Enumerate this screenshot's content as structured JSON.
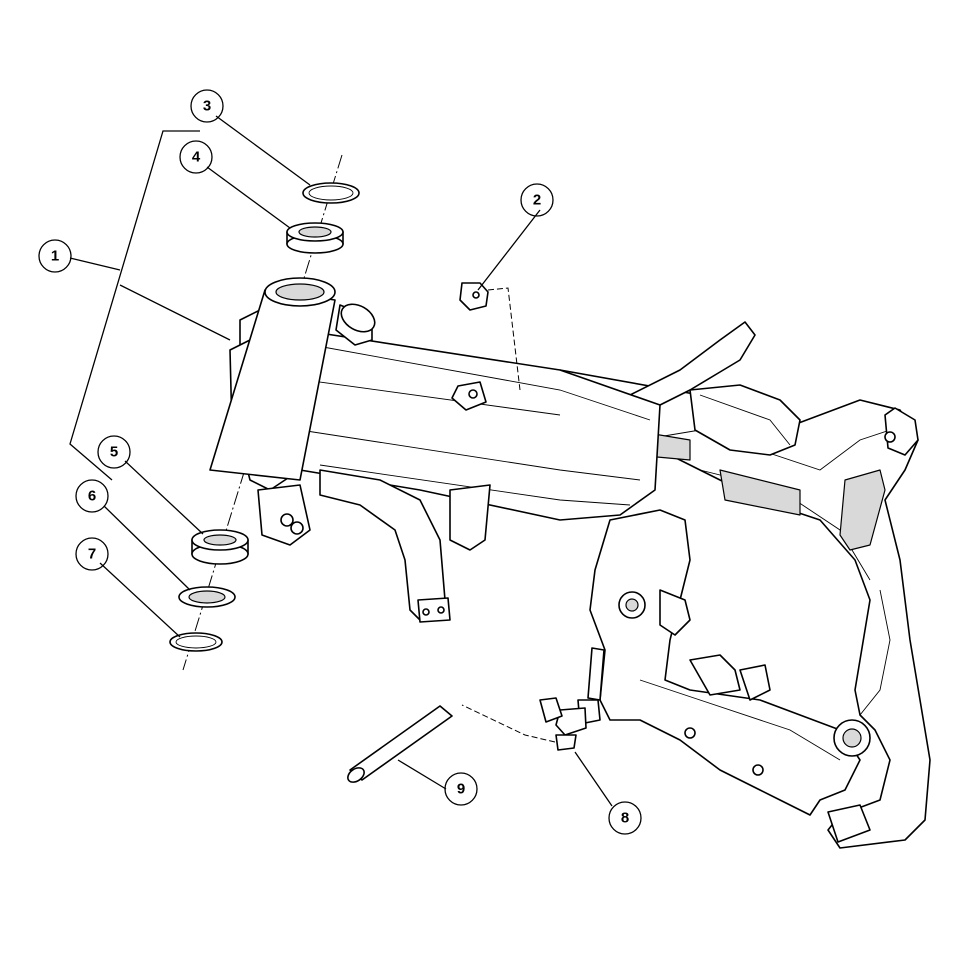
{
  "callouts": [
    {
      "id": "c1",
      "label": "1"
    },
    {
      "id": "c2",
      "label": "2"
    },
    {
      "id": "c3",
      "label": "3"
    },
    {
      "id": "c4",
      "label": "4"
    },
    {
      "id": "c5",
      "label": "5"
    },
    {
      "id": "c6",
      "label": "6"
    },
    {
      "id": "c7",
      "label": "7"
    },
    {
      "id": "c8",
      "label": "8"
    },
    {
      "id": "c9",
      "label": "9"
    }
  ],
  "parts": [
    {
      "callout": "1",
      "name": "frame"
    },
    {
      "callout": "2",
      "name": "clip-nut"
    },
    {
      "callout": "3",
      "name": "circlip-upper"
    },
    {
      "callout": "4",
      "name": "steering-bearing-upper"
    },
    {
      "callout": "5",
      "name": "steering-bearing-lower"
    },
    {
      "callout": "6",
      "name": "seal-lower"
    },
    {
      "callout": "7",
      "name": "circlip-lower"
    },
    {
      "callout": "8",
      "name": "side-stand-switch"
    },
    {
      "callout": "9",
      "name": "tube"
    }
  ]
}
